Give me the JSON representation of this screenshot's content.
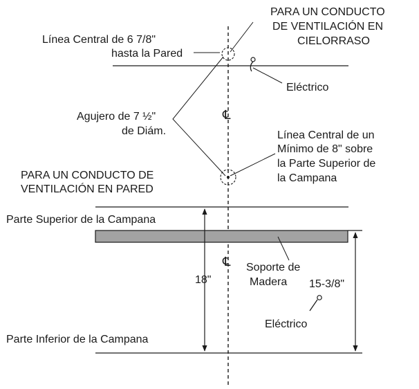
{
  "labels": {
    "ceiling_title_1": "PARA UN CONDUCTO",
    "ceiling_title_2": "DE VENTILACIÓN EN",
    "ceiling_title_3": "CIELORRASO",
    "ceiling_centerline_1": "Línea Central de 6 7/8\"",
    "ceiling_centerline_2": "hasta la Pared",
    "electrical_top": "Eléctrico",
    "hole_1": "Agujero de 7 ½\"",
    "hole_2": "de Diám.",
    "wall_centerline_1": "Línea Central de un",
    "wall_centerline_2": "Mínimo de 8\" sobre",
    "wall_centerline_3": "la Parte Superior de",
    "wall_centerline_4": "la Campana",
    "wall_title_1": "PARA UN CONDUCTO DE",
    "wall_title_2": "VENTILACIÓN EN PARED",
    "hood_top": "Parte Superior de la Campana",
    "wood_support_1": "Soporte de",
    "wood_support_2": "Madera",
    "dim_18": "18\"",
    "dim_15": "15-3/8\"",
    "electrical_bottom": "Eléctrico",
    "hood_bottom": "Parte Inferior de la Campana",
    "centerline_symbol": "℄"
  },
  "colors": {
    "line": "#1a1a1a",
    "support_fill": "#a3a3a3"
  }
}
